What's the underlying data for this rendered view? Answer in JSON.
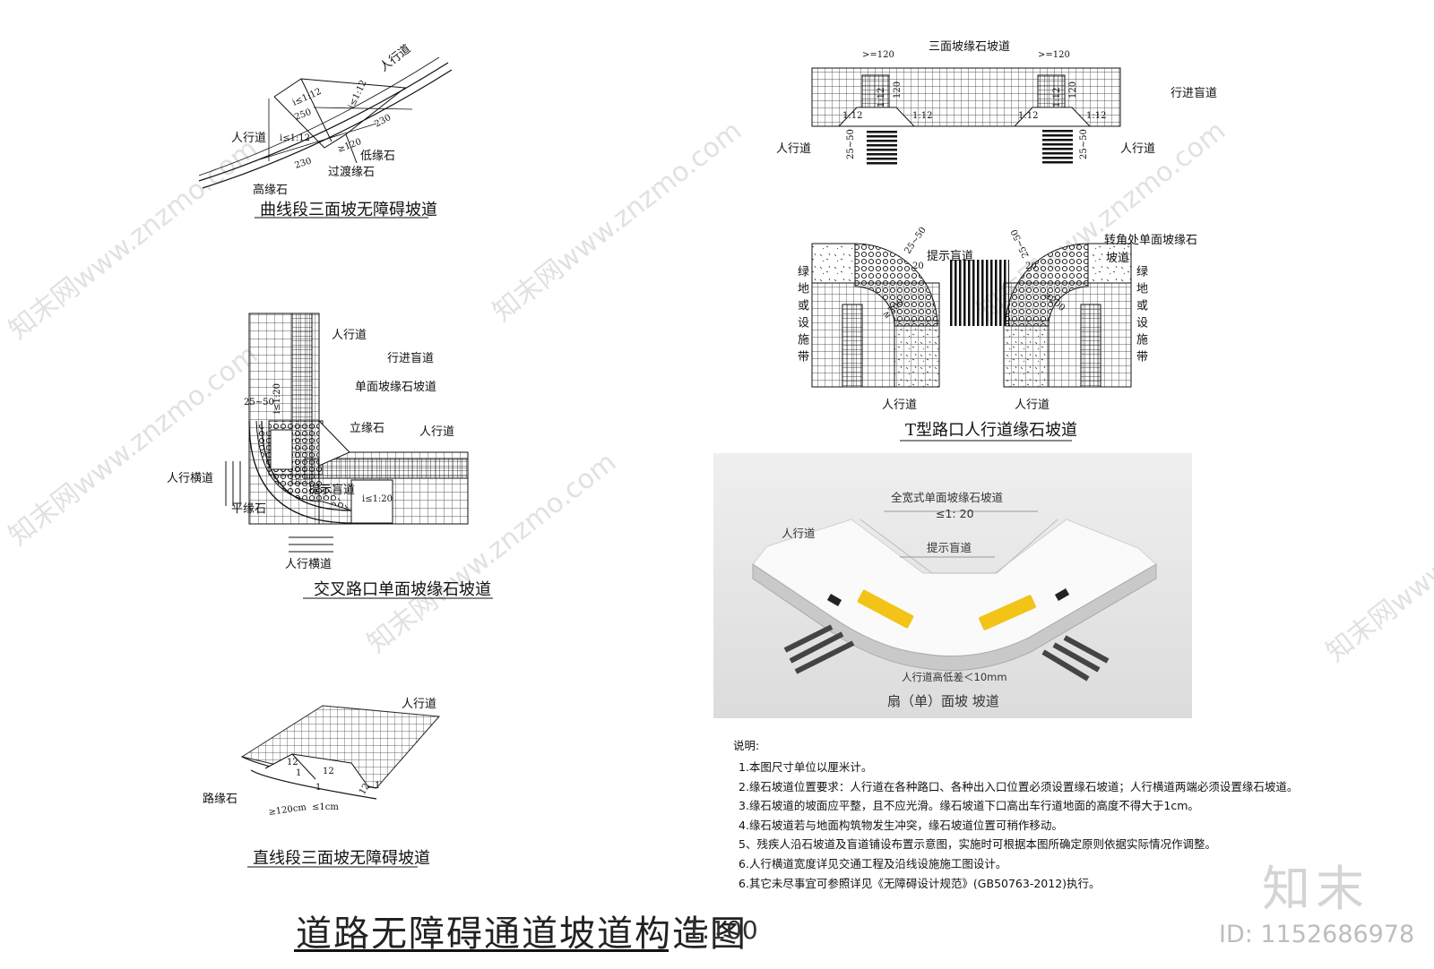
{
  "main_title": "道路无障碍通道坡道构造图",
  "scale": "1:100",
  "brand": {
    "logo_text": "知末",
    "id_text": "ID: 1152686978"
  },
  "watermark": "知末网www.znzmo.com",
  "diagram_curve": {
    "caption": "曲线段三面坡无障碍坡道",
    "labels": {
      "sidewalk_top": "人行道",
      "sidewalk_left": "人行道",
      "low_curb": "低缘石",
      "transition_curb": "过渡缘石",
      "high_curb": "高缘石"
    },
    "dims": {
      "d250": "250",
      "d230a": "230",
      "d230b": "230",
      "d120": "≥120",
      "slope1": "i≤1:12",
      "slope2": "i≤1:12",
      "slope3": "i≤1:12"
    }
  },
  "diagram_cross": {
    "caption": "交叉路口单面坡缘石坡道",
    "labels": {
      "sidewalk1": "人行道",
      "guide_path": "行进盲道",
      "single_slope": "单面坡缘石坡道",
      "vertical_curb": "立缘石",
      "sidewalk2": "人行道",
      "warning_path": "提示盲道",
      "crosswalk_left": "人行横道",
      "flat_curb": "平缘石",
      "crosswalk_bottom": "人行横道"
    },
    "dims": {
      "d2550": "25~50",
      "slope1": "i≤1:20",
      "slope2": "i≤1:20"
    }
  },
  "diagram_straight": {
    "caption": "直线段三面坡无障碍坡道",
    "labels": {
      "sidewalk": "人行道",
      "curb": "路缘石"
    },
    "dims": {
      "r12a": "12",
      "r1a": "1",
      "r12b": "12",
      "r1b": "1",
      "r12c": "12",
      "r1c": "1",
      "width": "≥120cm",
      "drop": "≤1cm"
    }
  },
  "diagram_three": {
    "labels": {
      "title": "三面坡缘石坡道",
      "guide_path": "行进盲道",
      "sidewalk_left": "人行道",
      "sidewalk_right": "人行道"
    },
    "dims": {
      "w120a": ">=120",
      "w120b": ">=120",
      "v2550a": "25~50",
      "v2550b": "25~50",
      "s1": "1:12",
      "s2": "1:12",
      "s3": "1:12",
      "s4": "1:12",
      "s5": "1:12",
      "s6": "1:12",
      "v120a": "120",
      "v120b": "120"
    }
  },
  "diagram_t": {
    "caption": "T型路口人行道缘石坡道",
    "labels": {
      "warning_path": "提示盲道",
      "corner_single": "转角处单面坡缘石",
      "ramp": "坡道",
      "green_left": "绿地或设施带",
      "green_right": "绿地或设施带",
      "sidewalk_left": "人行道",
      "sidewalk_right": "人行道"
    },
    "dims": {
      "d2550a": "25~50",
      "d2550b": "25~50",
      "d20a": "20",
      "d20b": "20",
      "d200a": "≥200",
      "d200b": "≥200"
    }
  },
  "render_3d": {
    "title": "全宽式单面坡缘石坡道",
    "slope": "≤1: 20",
    "sidewalk": "人行道",
    "warning": "提示盲道",
    "height_diff": "人行道高低差＜10mm",
    "caption": "扇（单）面坡 坡道"
  },
  "notes": {
    "title": "说明:",
    "items": [
      "1.本图尺寸单位以厘米计。",
      "2.缘石坡道位置要求：人行道在各种路口、各种出入口位置必须设置缘石坡道；人行横道两端必须设置缘石坡道。",
      "3.缘石坡道的坡面应平整，且不应光滑。缘石坡道下口高出车行道地面的高度不得大于1cm。",
      "4.缘石坡道若与地面构筑物发生冲突，缘石坡道位置可稍作移动。",
      "5、残疾人沿石坡道及盲道铺设布置示意图，实施时可根据本图所确定原则依据实际情况作调整。",
      "6.人行横道宽度详见交通工程及沿线设施施工图设计。",
      "6.其它未尽事宜可参照详见《无障碍设计规范》(GB50763-2012)执行。"
    ]
  }
}
